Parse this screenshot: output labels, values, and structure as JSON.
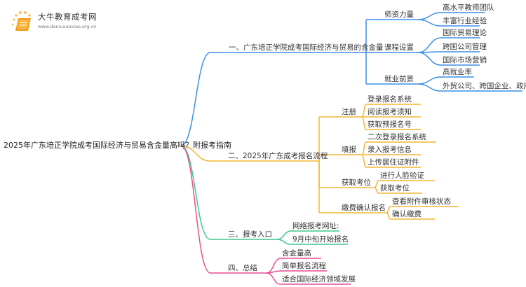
{
  "logo": {
    "title": "大牛教育成考网",
    "url": "www.daniuxuexiao.org.cn",
    "icon": "book-icon"
  },
  "colors": {
    "branch1": "#3d8fe8",
    "branch2": "#f5b532",
    "branch3": "#3cc98c",
    "branch4": "#ea4c93",
    "text": "#333333"
  },
  "root": {
    "label": "2025年广东培正学院成考国际经济与贸易含金量高吗？附报考指南"
  },
  "branches": [
    {
      "label": "一、广东培正学院成考国际经济与贸易的含金量",
      "children": [
        {
          "label": "师资力量",
          "children": [
            "高水平教师团队",
            "丰富行业经验"
          ]
        },
        {
          "label": "课程设置",
          "children": [
            "国际贸易理论",
            "跨国公司管理",
            "国际市场营销"
          ]
        },
        {
          "label": "就业前景",
          "children": [
            "高就业率",
            "外贸公司、跨国企业、政府机构"
          ]
        }
      ]
    },
    {
      "label": "二、2025年广东成考报名流程",
      "children": [
        {
          "label": "注册",
          "children": [
            "登录报名系统",
            "阅读报考须知",
            "获取预报名号"
          ]
        },
        {
          "label": "填报",
          "children": [
            "二次登录报名系统",
            "录入报考信息",
            "上传居住证附件"
          ]
        },
        {
          "label": "获取考位",
          "children": [
            "进行人脸验证",
            "获取考位"
          ]
        },
        {
          "label": "缴费确认报名",
          "children": [
            "查看附件审核状态",
            "确认缴费"
          ]
        }
      ]
    },
    {
      "label": "三、报考入口",
      "children": [
        "网络报考网址:",
        "9月中旬开始报名"
      ]
    },
    {
      "label": "四、总结",
      "children": [
        "含金量高",
        "简单报名流程",
        "适合国际经济领域发展"
      ]
    }
  ]
}
